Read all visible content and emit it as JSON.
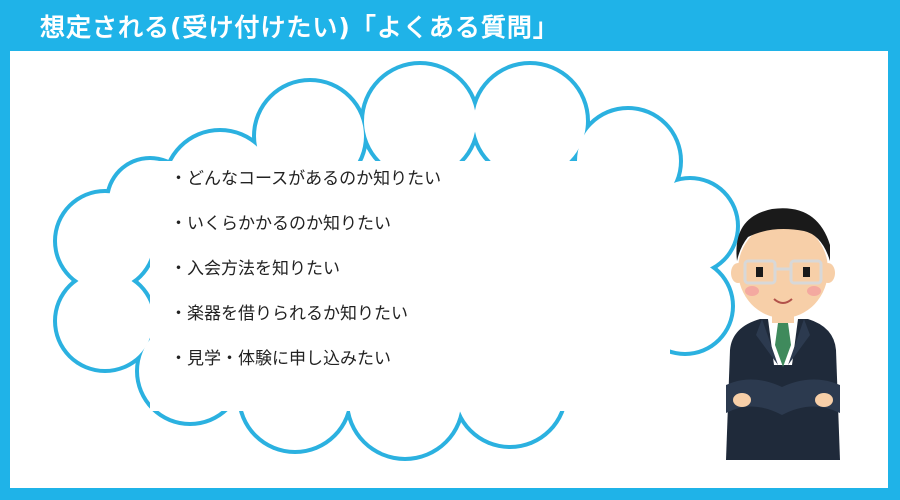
{
  "slide": {
    "title": "想定される(受け付けたい)「よくある質問」"
  },
  "questions": [
    "・どんなコースがあるのか知りたい",
    "・いくらかかるのか知りたい",
    "・入会方法を知りたい",
    "・楽器を借りられるか知りたい",
    "・見学・体験に申し込みたい"
  ],
  "colors": {
    "background": "#1fb3e8",
    "panel": "#ffffff",
    "cloud_outline": "#2bb1e0",
    "suit": "#1f2a3a",
    "tie": "#3f8a5c"
  },
  "icons": {
    "cloud": "thought-bubble-icon",
    "person": "businessman-arms-crossed-icon"
  }
}
